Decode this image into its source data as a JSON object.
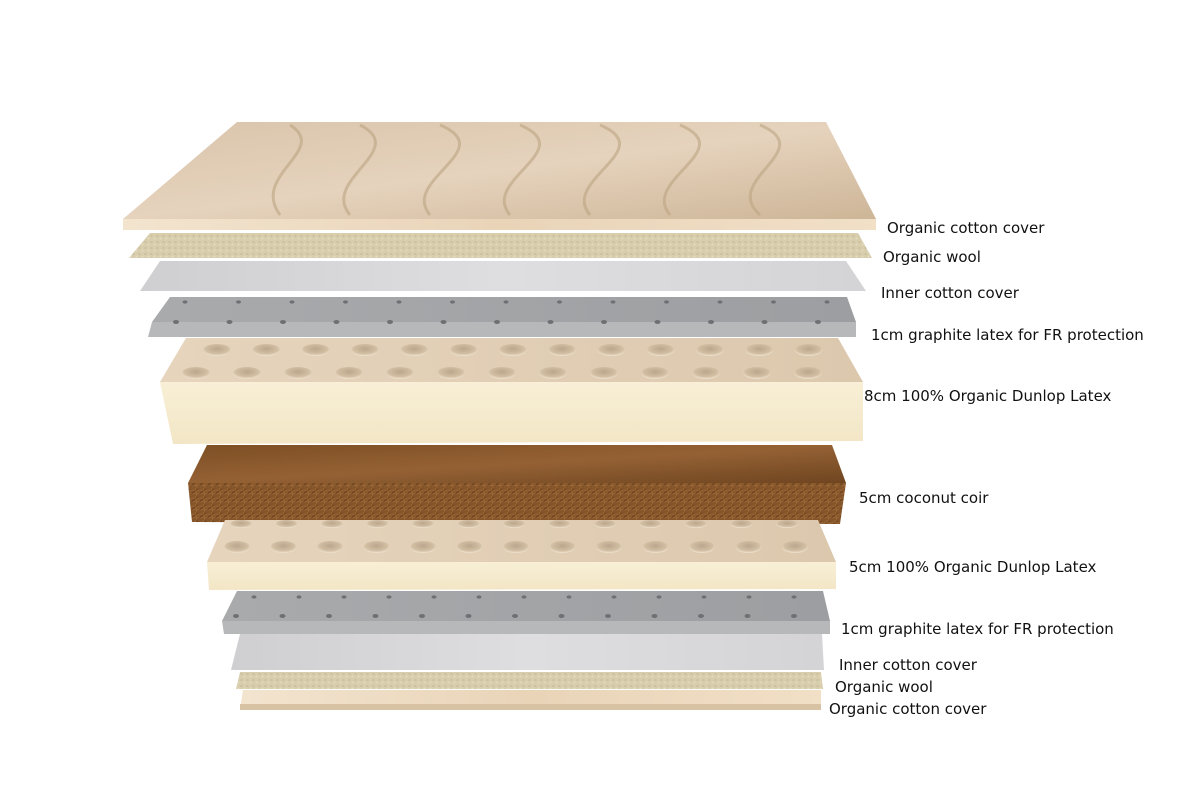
{
  "diagram": {
    "layers": [
      {
        "label": "Organic cotton cover",
        "material": "cotton",
        "color": "#e2cdb6"
      },
      {
        "label": "Organic wool",
        "material": "wool",
        "color": "#d9cfae"
      },
      {
        "label": "Inner cotton cover",
        "material": "inner-cotton",
        "color": "#d8d8da"
      },
      {
        "label": "1cm graphite latex for FR protection",
        "material": "graphite-latex",
        "color": "#a5a6a8"
      },
      {
        "label": "8cm 100% Organic Dunlop Latex",
        "material": "dunlop-latex",
        "color": "#f6ecd0"
      },
      {
        "label": "5cm coconut coir",
        "material": "coir",
        "color": "#8a5a2c"
      },
      {
        "label": "5cm 100% Organic Dunlop Latex",
        "material": "dunlop-latex",
        "color": "#f6ecd0"
      },
      {
        "label": "1cm graphite latex for FR protection",
        "material": "graphite-latex",
        "color": "#a5a6a8"
      },
      {
        "label": "Inner cotton cover",
        "material": "inner-cotton",
        "color": "#d8d8da"
      },
      {
        "label": "Organic wool",
        "material": "wool",
        "color": "#d9cfae"
      },
      {
        "label": "Organic cotton cover",
        "material": "cotton",
        "color": "#e2cdb6"
      }
    ]
  }
}
